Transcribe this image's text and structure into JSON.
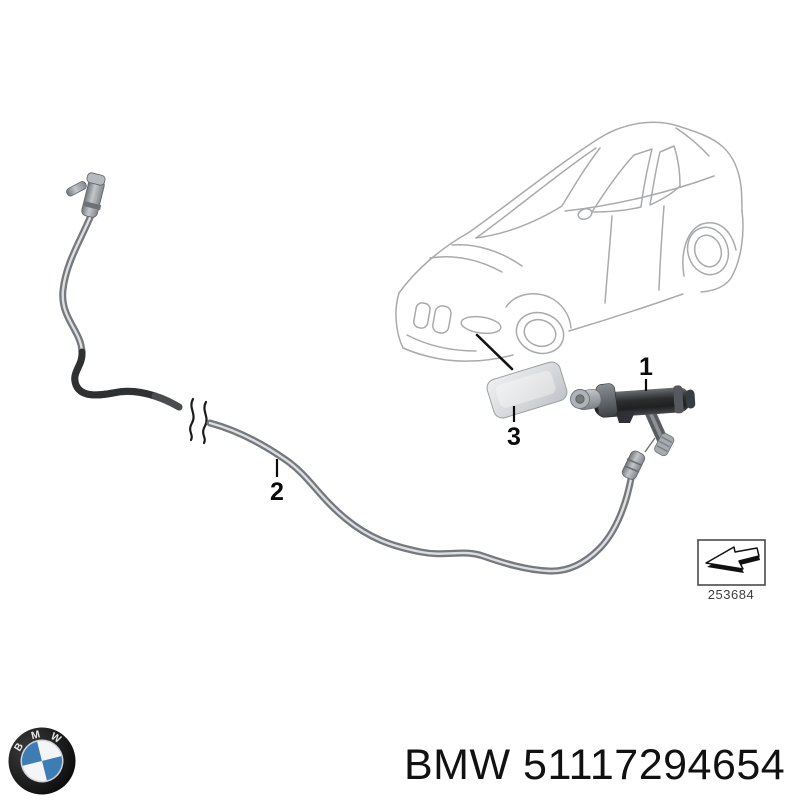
{
  "product": {
    "title": "BMW 51117294654",
    "brand": "BMW",
    "part_number": "51117294654"
  },
  "diagram": {
    "vehicle": "bmw-1-series-hatchback-outline",
    "reference_number": "253684",
    "callouts": [
      {
        "label": "1",
        "part": "headlight-washer-jet-nozzle"
      },
      {
        "label": "2",
        "part": "washer-fluid-hose"
      },
      {
        "label": "3",
        "part": "washer-nozzle-cover-cap"
      }
    ]
  },
  "logo": {
    "brand": "BMW",
    "letters": [
      "B",
      "M",
      "W"
    ],
    "colors": {
      "roundel_blue": "#3e7cb5",
      "roundel_black": "#141414",
      "roundel_white": "#f3f5f7"
    }
  },
  "colors": {
    "background": "#ffffff",
    "car_outline": "#a8aaac",
    "hose_metal": "#75797d",
    "hose_highlight": "#dcdfe1",
    "nozzle_dark": "#2b2d2f",
    "cap_gray": "#d4d7da",
    "callout_black": "#0b0b0b"
  }
}
